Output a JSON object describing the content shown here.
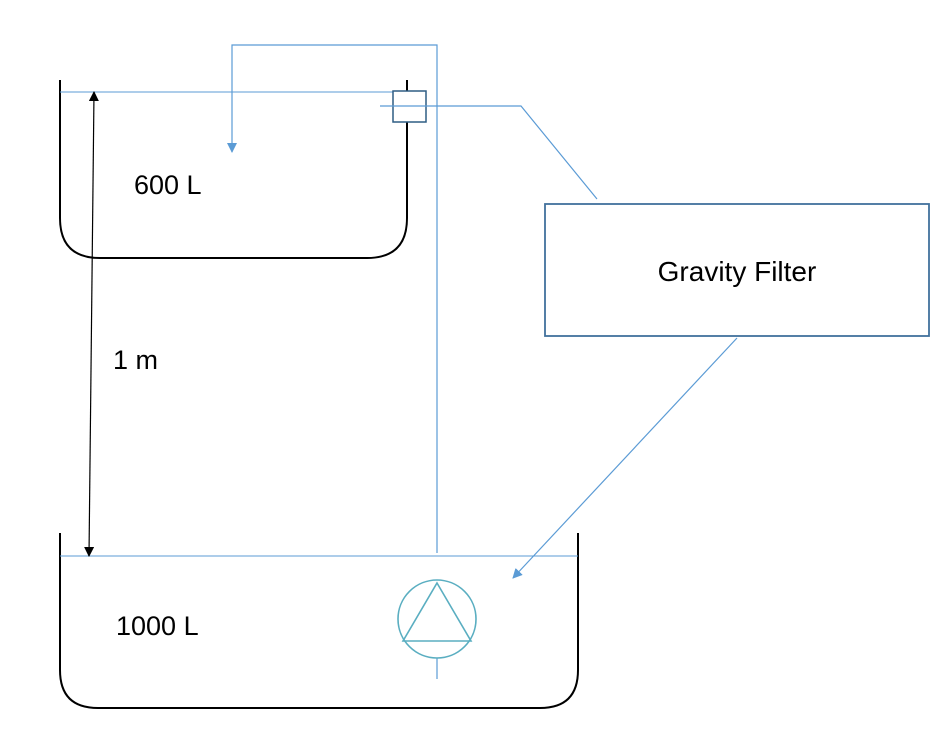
{
  "upper_tank": {
    "label": "600 L"
  },
  "lower_tank": {
    "label": "1000 L"
  },
  "height_dimension": {
    "label": "1 m"
  },
  "filter": {
    "label": "Gravity Filter"
  },
  "colors": {
    "pipe": "#5b9bd5",
    "tank": "#000000",
    "text": "#000000"
  },
  "icons": {
    "pump": "centrifugal-pump-icon",
    "fitting": "square-fitting-icon"
  }
}
